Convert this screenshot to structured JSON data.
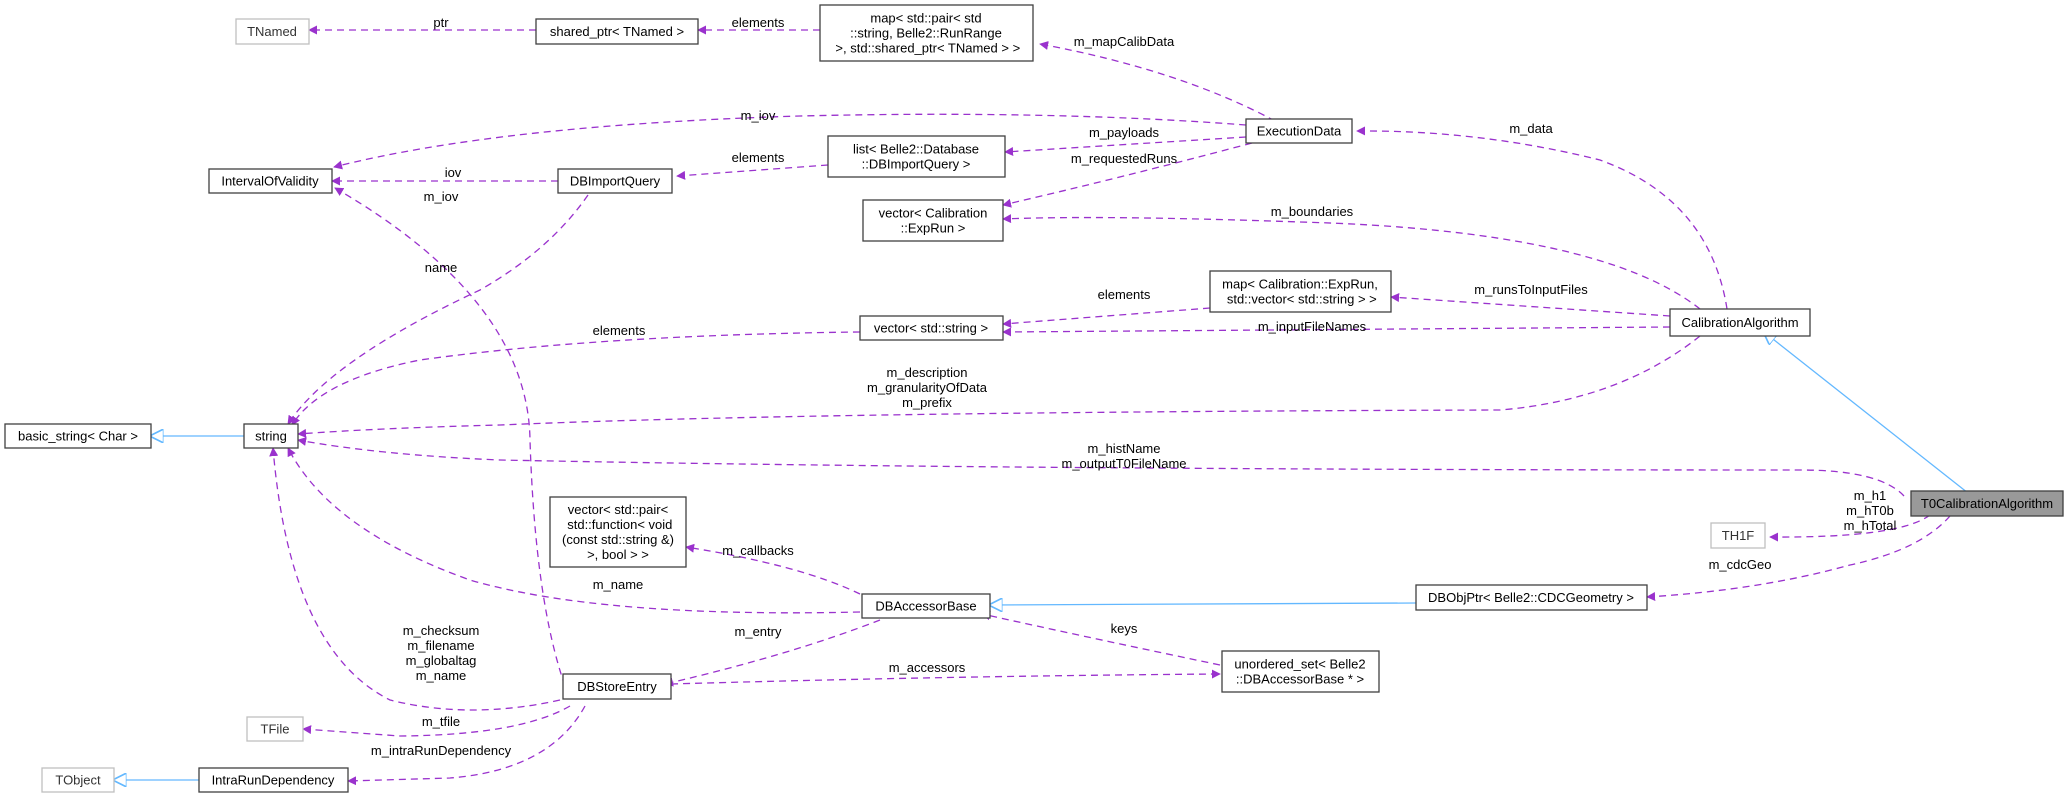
{
  "colors": {
    "dependency": "#9a32cd",
    "inheritance": "#63b8ff",
    "focus_fill": "#999999",
    "node_border": "#404040",
    "external_border": "#bfbfbf"
  },
  "nodes": {
    "tnamed": {
      "lines": [
        "TNamed"
      ]
    },
    "shared_ptr": {
      "lines": [
        "shared_ptr< TNamed >"
      ]
    },
    "map_calib": {
      "lines": [
        "map< std::pair< std",
        "::string, Belle2::RunRange",
        " >, std::shared_ptr< TNamed > >"
      ]
    },
    "execution_data": {
      "lines": [
        "ExecutionData"
      ]
    },
    "interval": {
      "lines": [
        "IntervalOfValidity"
      ]
    },
    "dbimportquery": {
      "lines": [
        "DBImportQuery"
      ]
    },
    "list_dbimport": {
      "lines": [
        "list< Belle2::Database",
        "::DBImportQuery >"
      ]
    },
    "vector_exprun": {
      "lines": [
        "vector< Calibration",
        "::ExpRun >"
      ]
    },
    "map_exprun": {
      "lines": [
        "map< Calibration::ExpRun,",
        " std::vector< std::string > >"
      ]
    },
    "vector_string": {
      "lines": [
        "vector< std::string >"
      ]
    },
    "calibration_algorithm": {
      "lines": [
        "CalibrationAlgorithm"
      ]
    },
    "basic_string": {
      "lines": [
        "basic_string< Char >"
      ]
    },
    "string": {
      "lines": [
        "string"
      ]
    },
    "t0calibration": {
      "lines": [
        "T0CalibrationAlgorithm"
      ]
    },
    "th1f": {
      "lines": [
        "TH1F"
      ]
    },
    "vector_pair": {
      "lines": [
        "vector< std::pair<",
        " std::function< void",
        "(const std::string &)",
        ">, bool > >"
      ]
    },
    "dbaccessorbase": {
      "lines": [
        "DBAccessorBase"
      ]
    },
    "dbobjptr": {
      "lines": [
        "DBObjPtr< Belle2::CDCGeometry >"
      ]
    },
    "unordered_set": {
      "lines": [
        "unordered_set< Belle2",
        "::DBAccessorBase * >"
      ]
    },
    "dbstoreentry": {
      "lines": [
        "DBStoreEntry"
      ]
    },
    "tfile": {
      "lines": [
        "TFile"
      ]
    },
    "tobject": {
      "lines": [
        "TObject"
      ]
    },
    "intrarun": {
      "lines": [
        "IntraRunDependency"
      ]
    }
  },
  "edge_labels": {
    "ptr": [
      "ptr"
    ],
    "elements_shared": [
      "elements"
    ],
    "m_mapCalibData": [
      "m_mapCalibData"
    ],
    "m_iov_exec": [
      "m_iov"
    ],
    "m_payloads": [
      "m_payloads"
    ],
    "m_data": [
      "m_data"
    ],
    "iov": [
      "iov"
    ],
    "elements_list": [
      "elements"
    ],
    "m_requestedRuns": [
      "m_requestedRuns"
    ],
    "m_iov_store": [
      "m_iov"
    ],
    "m_boundaries": [
      "m_boundaries"
    ],
    "name": [
      "name"
    ],
    "elements_map": [
      "elements"
    ],
    "m_runsToInputFiles": [
      "m_runsToInputFiles"
    ],
    "elements_vec": [
      "elements"
    ],
    "m_inputFileNames": [
      "m_inputFileNames"
    ],
    "m_description": [
      "m_description",
      "m_granularityOfData",
      "m_prefix"
    ],
    "m_histName": [
      "m_histName",
      "m_outputT0FileName"
    ],
    "m_h1": [
      "m_h1",
      "m_hT0b",
      "m_hTotal"
    ],
    "m_callbacks": [
      "m_callbacks"
    ],
    "m_cdcGeo": [
      "m_cdcGeo"
    ],
    "m_name": [
      "m_name"
    ],
    "keys": [
      "keys"
    ],
    "m_entry": [
      "m_entry"
    ],
    "m_checksum": [
      "m_checksum",
      "m_filename",
      "m_globaltag",
      "m_name"
    ],
    "m_accessors": [
      "m_accessors"
    ],
    "m_tfile": [
      "m_tfile"
    ],
    "m_intraRunDependency": [
      "m_intraRunDependency"
    ]
  }
}
